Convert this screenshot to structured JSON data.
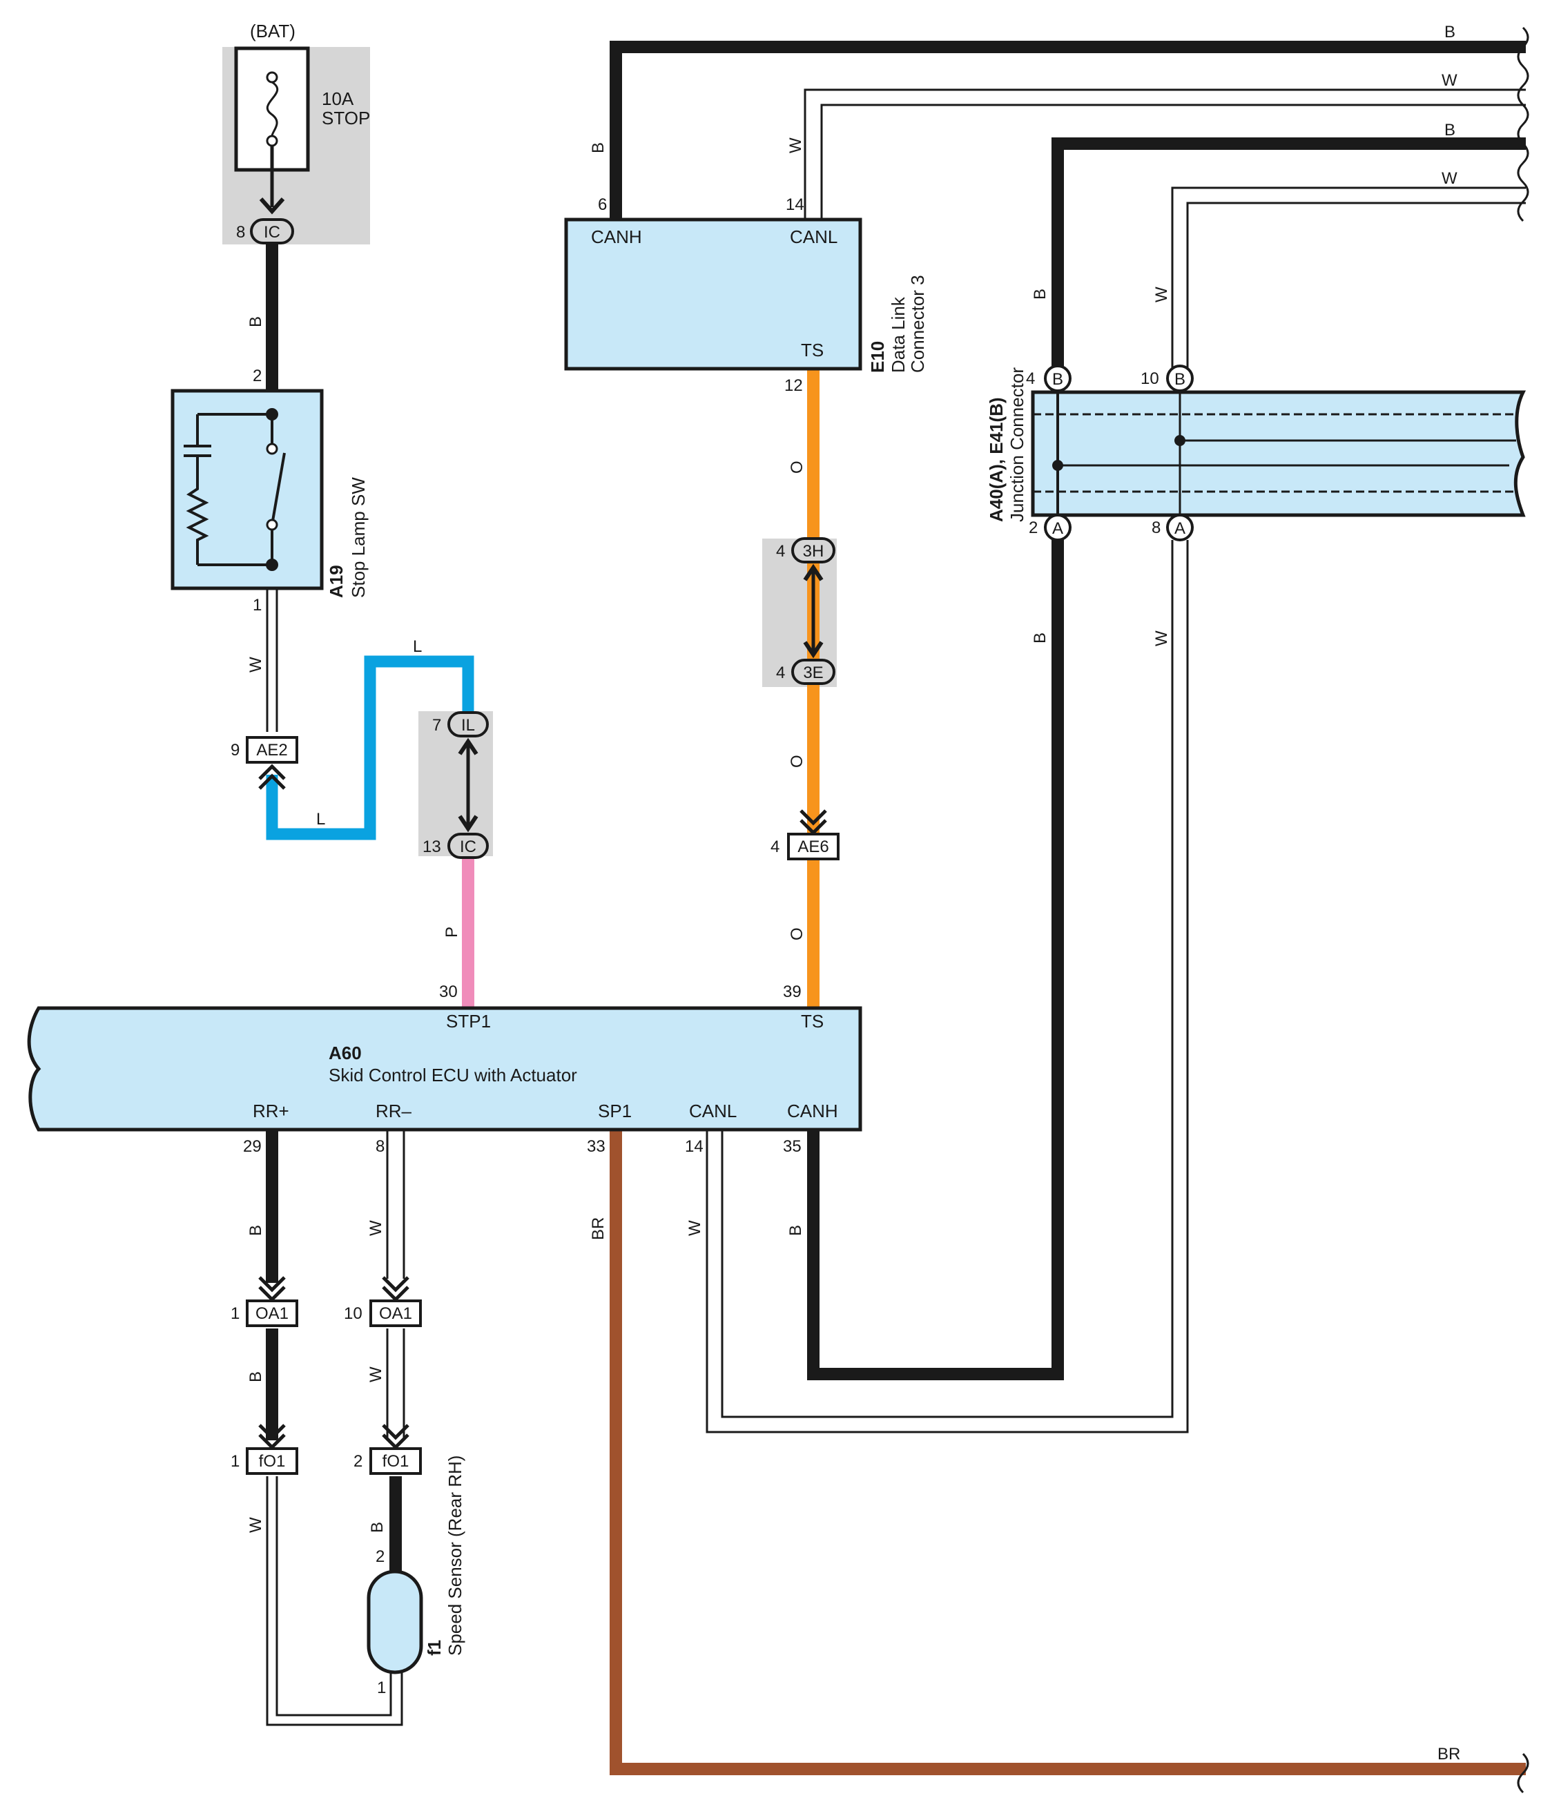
{
  "battery": {
    "label": "(BAT)"
  },
  "fuse": {
    "rating": "10A",
    "name": "STOP"
  },
  "stop_lamp_sw": {
    "code": "A19",
    "name": "Stop Lamp SW"
  },
  "dlc": {
    "code": "E10",
    "name_line1": "Data Link",
    "name_line2": "Connector 3",
    "pin_canh": "CANH",
    "pin_canl": "CANL",
    "pin_ts": "TS"
  },
  "junction": {
    "code": "A40(A), E41(B)",
    "name": "Junction Connector"
  },
  "ecu": {
    "code": "A60",
    "name": "Skid Control ECU with Actuator",
    "pin_stp1": "STP1",
    "pin_ts": "TS",
    "pin_rrp": "RR+",
    "pin_rrm": "RR–",
    "pin_sp1": "SP1",
    "pin_canl": "CANL",
    "pin_canh": "CANH"
  },
  "speed_sensor": {
    "code": "f1",
    "name": "Speed Sensor (Rear RH)"
  },
  "connectors": {
    "ic1": {
      "name": "IC",
      "pin": "8"
    },
    "ae2": {
      "name": "AE2",
      "pin": "9"
    },
    "il": {
      "name": "IL",
      "pin": "7"
    },
    "ic2": {
      "name": "IC",
      "pin": "13"
    },
    "h3": {
      "name": "3H",
      "pin": "4"
    },
    "e3": {
      "name": "3E",
      "pin": "4"
    },
    "ae6": {
      "name": "AE6",
      "pin": "4"
    },
    "oa1a": {
      "name": "OA1",
      "pin": "1"
    },
    "oa1b": {
      "name": "OA1",
      "pin": "10"
    },
    "fo1a": {
      "name": "fO1",
      "pin": "1"
    },
    "fo1b": {
      "name": "fO1",
      "pin": "2"
    },
    "jb4": {
      "name": "B",
      "pin": "4"
    },
    "jb10": {
      "name": "B",
      "pin": "10"
    },
    "ja2": {
      "name": "A",
      "pin": "2"
    },
    "ja8": {
      "name": "A",
      "pin": "8"
    }
  },
  "pins": {
    "sw_in": "2",
    "sw_out": "1",
    "dlc_canh": "6",
    "dlc_canl": "14",
    "dlc_ts": "12",
    "ecu_stp1": "30",
    "ecu_ts": "39",
    "ecu_rrp": "29",
    "ecu_rrm": "8",
    "ecu_sp1": "33",
    "ecu_canl": "14",
    "ecu_canh": "35",
    "sensor_top": "2",
    "sensor_bottom": "1"
  },
  "wire_colors": {
    "b": "B",
    "w": "W",
    "l": "L",
    "p": "P",
    "o": "O",
    "br": "BR"
  },
  "colors": {
    "component_fill": "#c8e8f8",
    "wire_black": "#1a1a1a",
    "wire_blue": "#0aa2e0",
    "wire_pink": "#f08cba",
    "wire_orange": "#f7941d",
    "wire_brown": "#a0522d",
    "shade": "#d6d6d6"
  }
}
